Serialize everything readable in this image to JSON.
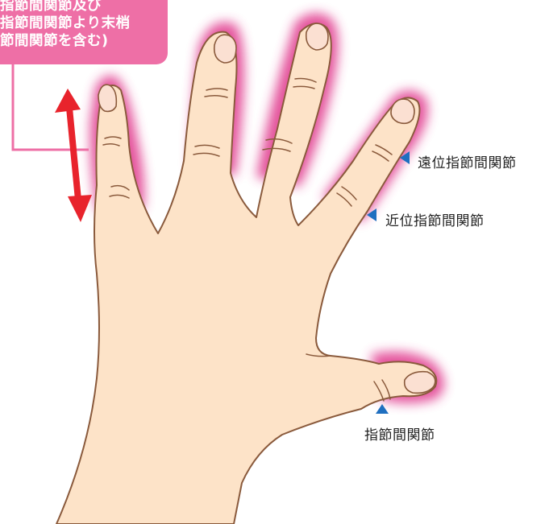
{
  "callout": {
    "lines": [
      "指節間関節及び",
      "指節間関節より末梢",
      "節間関節を含む)"
    ]
  },
  "labels": {
    "dip": "遠位指節間関節",
    "pip": "近位指節間関節",
    "ip": "指節間関節"
  },
  "colors": {
    "skin": "#fde3c8",
    "outline": "#8a5a3c",
    "glow": "#e0388c",
    "callout": "#ee6fa6",
    "arrow_red": "#e8232c",
    "marker_blue": "#1f6fc0"
  }
}
